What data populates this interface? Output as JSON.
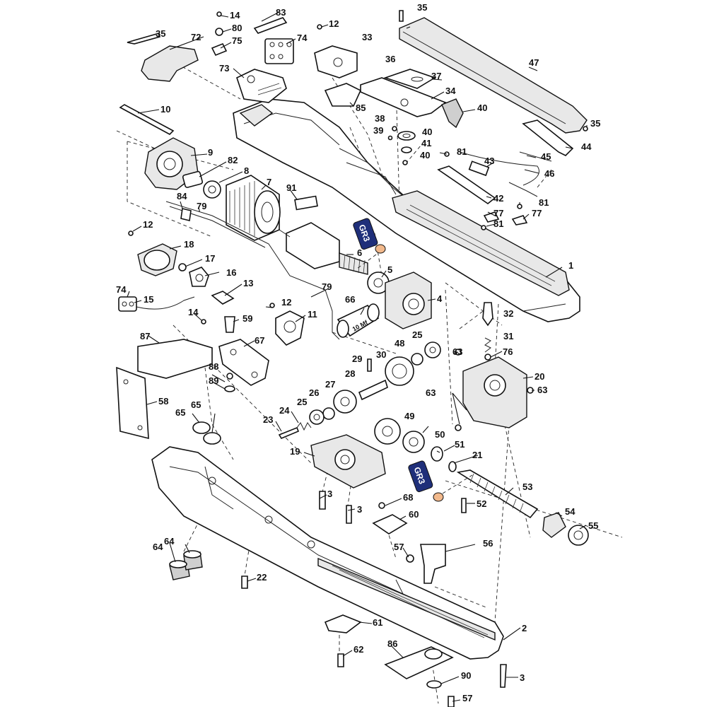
{
  "colors": {
    "line": "#111111",
    "tag_fill": "#1f2f7a",
    "grease_fill": "#f2b98c",
    "background": "#ffffff"
  },
  "tags": {
    "gr3": "GR3"
  },
  "component_labels": {
    "capacitor": "10 Mf"
  },
  "callouts": [
    {
      "id": "c1",
      "text": "1"
    },
    {
      "id": "c2",
      "text": "2"
    },
    {
      "id": "c3a",
      "text": "3"
    },
    {
      "id": "c3b",
      "text": "3"
    },
    {
      "id": "c3c",
      "text": "3"
    },
    {
      "id": "c4",
      "text": "4"
    },
    {
      "id": "c5",
      "text": "5"
    },
    {
      "id": "c6",
      "text": "6"
    },
    {
      "id": "c7",
      "text": "7"
    },
    {
      "id": "c8",
      "text": "8"
    },
    {
      "id": "c9",
      "text": "9"
    },
    {
      "id": "c10",
      "text": "10"
    },
    {
      "id": "c11",
      "text": "11"
    },
    {
      "id": "c12a",
      "text": "12"
    },
    {
      "id": "c12b",
      "text": "12"
    },
    {
      "id": "c12c",
      "text": "12"
    },
    {
      "id": "c13",
      "text": "13"
    },
    {
      "id": "c14a",
      "text": "14"
    },
    {
      "id": "c14b",
      "text": "14"
    },
    {
      "id": "c15",
      "text": "15"
    },
    {
      "id": "c16",
      "text": "16"
    },
    {
      "id": "c17",
      "text": "17"
    },
    {
      "id": "c18",
      "text": "18"
    },
    {
      "id": "c19",
      "text": "19"
    },
    {
      "id": "c20",
      "text": "20"
    },
    {
      "id": "c21",
      "text": "21"
    },
    {
      "id": "c22",
      "text": "22"
    },
    {
      "id": "c23",
      "text": "23"
    },
    {
      "id": "c24",
      "text": "24"
    },
    {
      "id": "c25a",
      "text": "25"
    },
    {
      "id": "c25b",
      "text": "25"
    },
    {
      "id": "c26",
      "text": "26"
    },
    {
      "id": "c27",
      "text": "27"
    },
    {
      "id": "c28",
      "text": "28"
    },
    {
      "id": "c29",
      "text": "29"
    },
    {
      "id": "c30",
      "text": "30"
    },
    {
      "id": "c31",
      "text": "31"
    },
    {
      "id": "c32",
      "text": "32"
    },
    {
      "id": "c33",
      "text": "33"
    },
    {
      "id": "c34",
      "text": "34"
    },
    {
      "id": "c35a",
      "text": "35"
    },
    {
      "id": "c35b",
      "text": "35"
    },
    {
      "id": "c35c",
      "text": "35"
    },
    {
      "id": "c36",
      "text": "36"
    },
    {
      "id": "c37",
      "text": "37"
    },
    {
      "id": "c38",
      "text": "38"
    },
    {
      "id": "c39",
      "text": "39"
    },
    {
      "id": "c40a",
      "text": "40"
    },
    {
      "id": "c40b",
      "text": "40"
    },
    {
      "id": "c40c",
      "text": "40"
    },
    {
      "id": "c41",
      "text": "41"
    },
    {
      "id": "c42",
      "text": "42"
    },
    {
      "id": "c43",
      "text": "43"
    },
    {
      "id": "c44",
      "text": "44"
    },
    {
      "id": "c45",
      "text": "45"
    },
    {
      "id": "c46",
      "text": "46"
    },
    {
      "id": "c47",
      "text": "47"
    },
    {
      "id": "c48",
      "text": "48"
    },
    {
      "id": "c49",
      "text": "49"
    },
    {
      "id": "c50",
      "text": "50"
    },
    {
      "id": "c51",
      "text": "51"
    },
    {
      "id": "c52",
      "text": "52"
    },
    {
      "id": "c53",
      "text": "53"
    },
    {
      "id": "c54",
      "text": "54"
    },
    {
      "id": "c55",
      "text": "55"
    },
    {
      "id": "c56",
      "text": "56"
    },
    {
      "id": "c57a",
      "text": "57"
    },
    {
      "id": "c57b",
      "text": "57"
    },
    {
      "id": "c58",
      "text": "58"
    },
    {
      "id": "c59",
      "text": "59"
    },
    {
      "id": "c60",
      "text": "60"
    },
    {
      "id": "c61",
      "text": "61"
    },
    {
      "id": "c62",
      "text": "62"
    },
    {
      "id": "c63a",
      "text": "63"
    },
    {
      "id": "c63b",
      "text": "63"
    },
    {
      "id": "c63c",
      "text": "63"
    },
    {
      "id": "c64a",
      "text": "64"
    },
    {
      "id": "c64b",
      "text": "64"
    },
    {
      "id": "c65a",
      "text": "65"
    },
    {
      "id": "c65b",
      "text": "65"
    },
    {
      "id": "c66",
      "text": "66"
    },
    {
      "id": "c67",
      "text": "67"
    },
    {
      "id": "c68",
      "text": "68"
    },
    {
      "id": "c72",
      "text": "72"
    },
    {
      "id": "c73",
      "text": "73"
    },
    {
      "id": "c74a",
      "text": "74"
    },
    {
      "id": "c74b",
      "text": "74"
    },
    {
      "id": "c75",
      "text": "75"
    },
    {
      "id": "c76",
      "text": "76"
    },
    {
      "id": "c77a",
      "text": "77"
    },
    {
      "id": "c77b",
      "text": "77"
    },
    {
      "id": "c79a",
      "text": "79"
    },
    {
      "id": "c79b",
      "text": "79"
    },
    {
      "id": "c80",
      "text": "80"
    },
    {
      "id": "c81a",
      "text": "81"
    },
    {
      "id": "c81b",
      "text": "81"
    },
    {
      "id": "c81c",
      "text": "81"
    },
    {
      "id": "c82",
      "text": "82"
    },
    {
      "id": "c83",
      "text": "83"
    },
    {
      "id": "c84",
      "text": "84"
    },
    {
      "id": "c85",
      "text": "85"
    },
    {
      "id": "c86",
      "text": "86"
    },
    {
      "id": "c87",
      "text": "87"
    },
    {
      "id": "c88",
      "text": "88"
    },
    {
      "id": "c89",
      "text": "89"
    },
    {
      "id": "c90",
      "text": "90"
    },
    {
      "id": "c91",
      "text": "91"
    }
  ]
}
